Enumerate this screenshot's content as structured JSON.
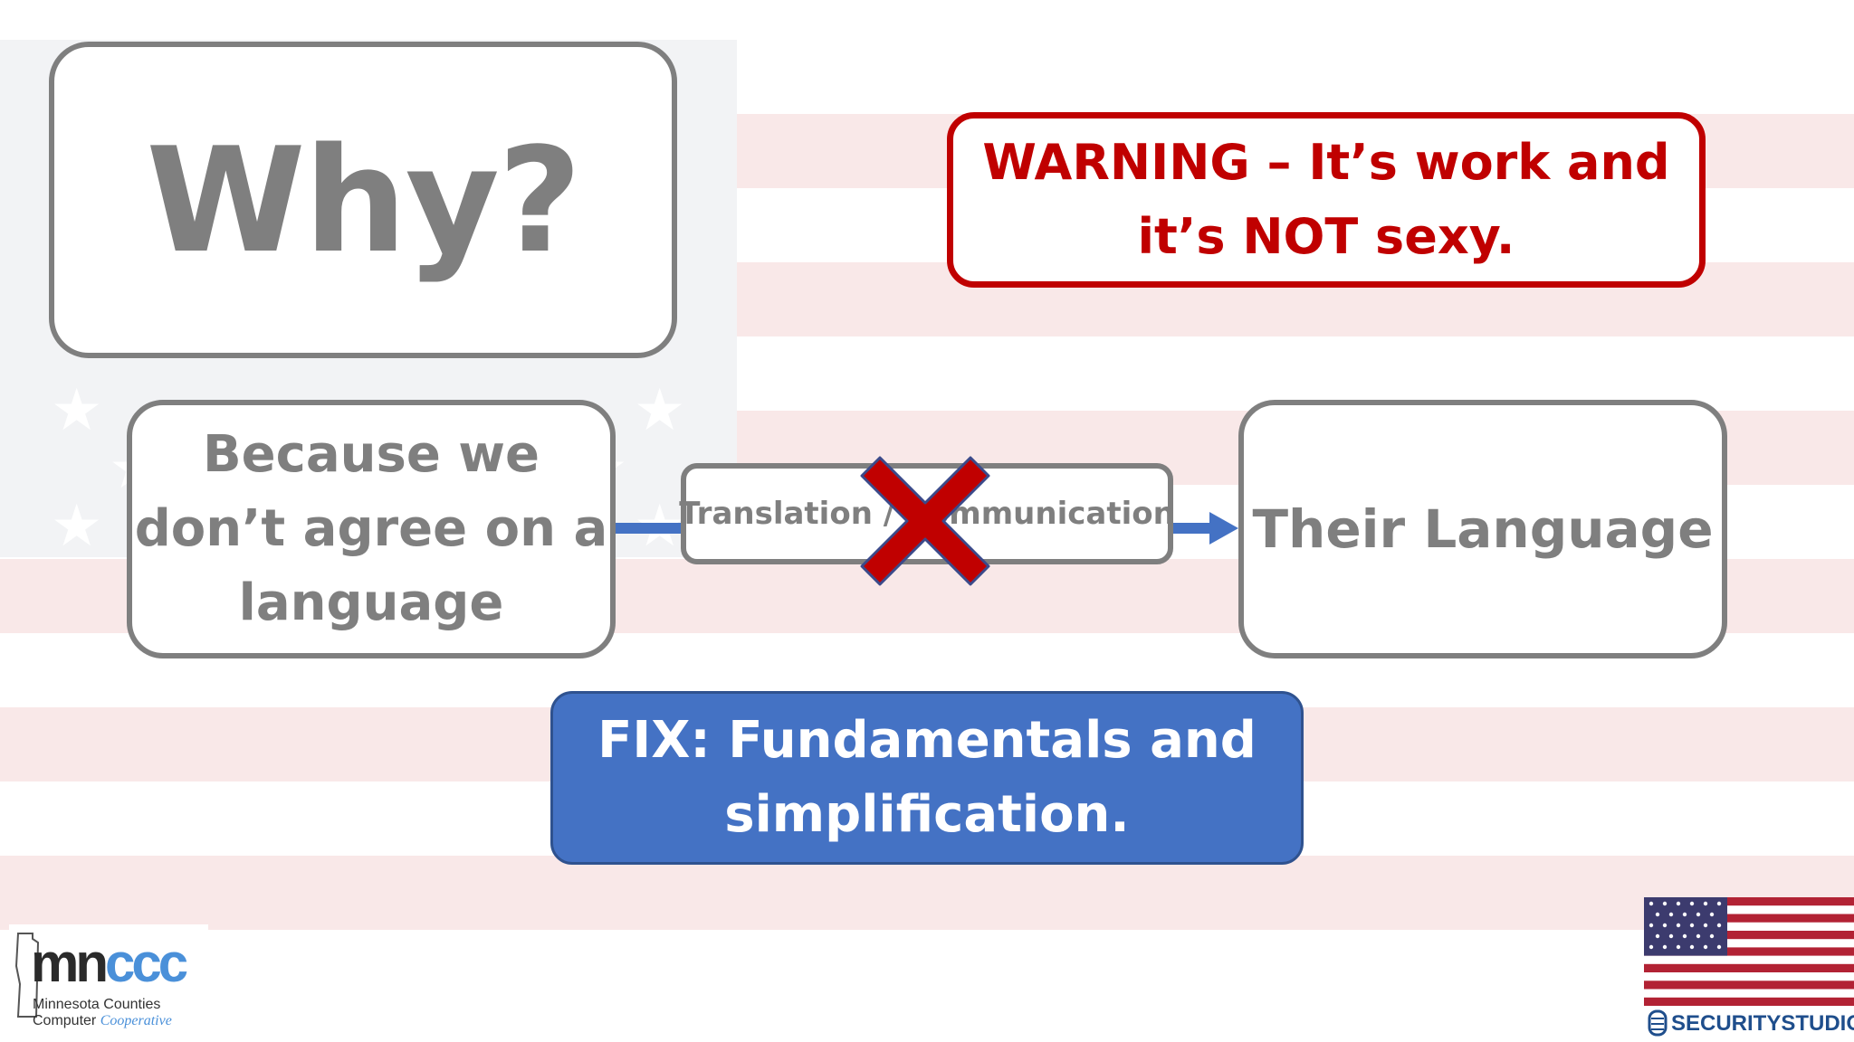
{
  "slide": {
    "why": "Why?",
    "warning": {
      "line1": "WARNING – It’s work and",
      "line2": "it’s NOT sexy."
    },
    "because": {
      "line1": "Because we",
      "line2": "don’t agree on a",
      "line3": "language"
    },
    "translation_box": "Translation / Communication",
    "their_language": "Their Language",
    "fix": {
      "line1": "FIX: Fundamentals and",
      "line2": "simplification."
    }
  },
  "logos": {
    "left": {
      "word_mn": "mn",
      "word_ccc": "ccc",
      "line1": "Minnesota Counties",
      "line2_a": "Computer",
      "line2_b": "Cooperative"
    },
    "right": {
      "name": "SECURITYSTUDIO"
    }
  },
  "colors": {
    "warning_red": "#c00000",
    "box_gray": "#7f7f7f",
    "fix_blue": "#4472c4",
    "x_red": "#c00000"
  }
}
